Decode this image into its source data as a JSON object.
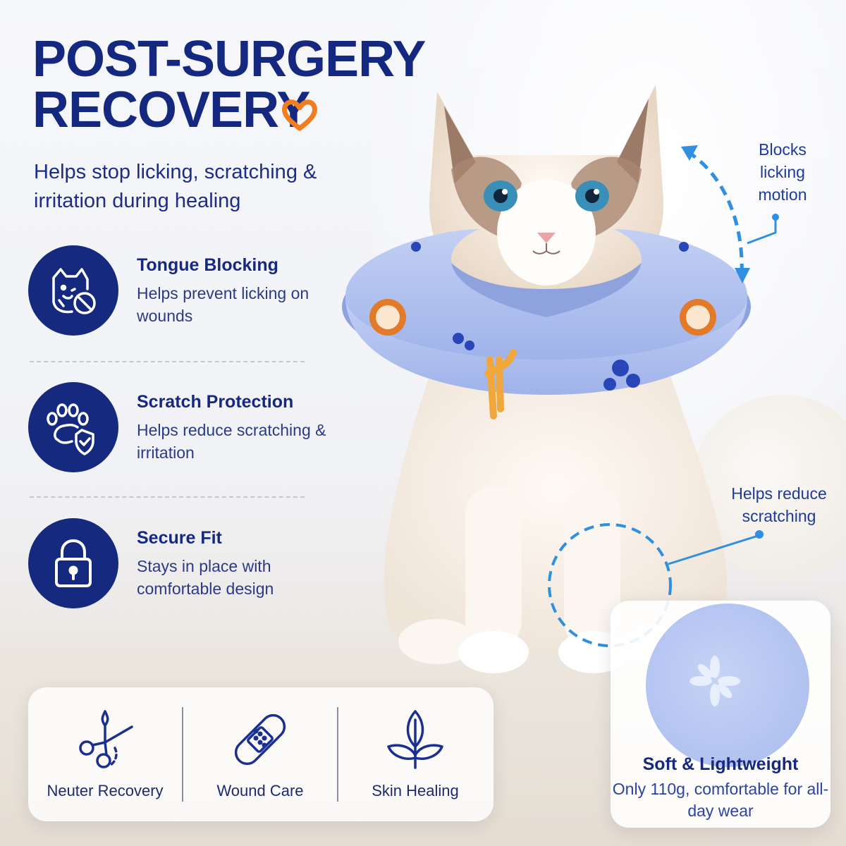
{
  "header": {
    "title_line1": "POST-SURGERY",
    "title_line2": "RECOVERY",
    "subtitle": "Helps stop licking, scratching & irritation during healing"
  },
  "features": [
    {
      "title": "Tongue Blocking",
      "desc": "Helps prevent licking on wounds",
      "icon": "cat-no-lick-icon"
    },
    {
      "title": "Scratch Protection",
      "desc": "Helps reduce scratching & irritation",
      "icon": "paw-shield-icon"
    },
    {
      "title": "Secure Fit",
      "desc": "Stays in place with comfortable design",
      "icon": "lock-icon"
    }
  ],
  "callouts": {
    "blocks_licking": "Blocks licking motion",
    "reduce_scratching": "Helps reduce scratching"
  },
  "uses": [
    {
      "label": "Neuter Recovery",
      "icon": "scissors-icon"
    },
    {
      "label": "Wound Care",
      "icon": "bandage-icon"
    },
    {
      "label": "Skin Healing",
      "icon": "leaf-icon"
    }
  ],
  "soft_card": {
    "title": "Soft & Lightweight",
    "desc": "Only 110g, comfortable for all-day wear"
  },
  "colors": {
    "navy": "#152a7e",
    "accent_orange": "#f07d20",
    "callout_blue": "#2f8fe0",
    "collar_blue": "#a9bbee"
  }
}
